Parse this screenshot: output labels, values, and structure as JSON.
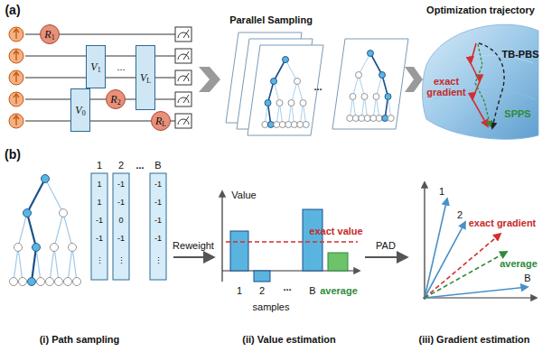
{
  "diagram": {
    "nodes": [
      {
        "text": [
          "R",
          "1"
        ]
      },
      {
        "text": [
          "V",
          "0"
        ]
      },
      {
        "text": [
          "V",
          "1"
        ]
      },
      {
        "text": [
          "R",
          "2"
        ]
      },
      {
        "text": [
          "V",
          "L"
        ]
      },
      {
        "text": [
          "R",
          "L"
        ]
      }
    ],
    "labels": [
      "(a)",
      "...",
      "Parallel Sampling",
      "...",
      "Optimization trajectory",
      "TB-PBS",
      "exact gradient",
      "SPPS",
      "(b)",
      "1",
      "2",
      "...",
      "B",
      "1",
      "1",
      "-1",
      "-1",
      "⋮",
      "-1",
      "-1",
      "0",
      "-1",
      "⋮",
      "-1",
      "-1",
      "-1",
      "-1",
      "⋮",
      "Reweight",
      "Value",
      "exact value",
      "1",
      "2",
      "...",
      "B",
      "samples",
      "average",
      "PAD",
      "1",
      "2",
      "B",
      "exact gradient",
      "average",
      "(i) Path sampling",
      "(ii) Value estimation",
      "(iii) Gradient estimation"
    ]
  }
}
